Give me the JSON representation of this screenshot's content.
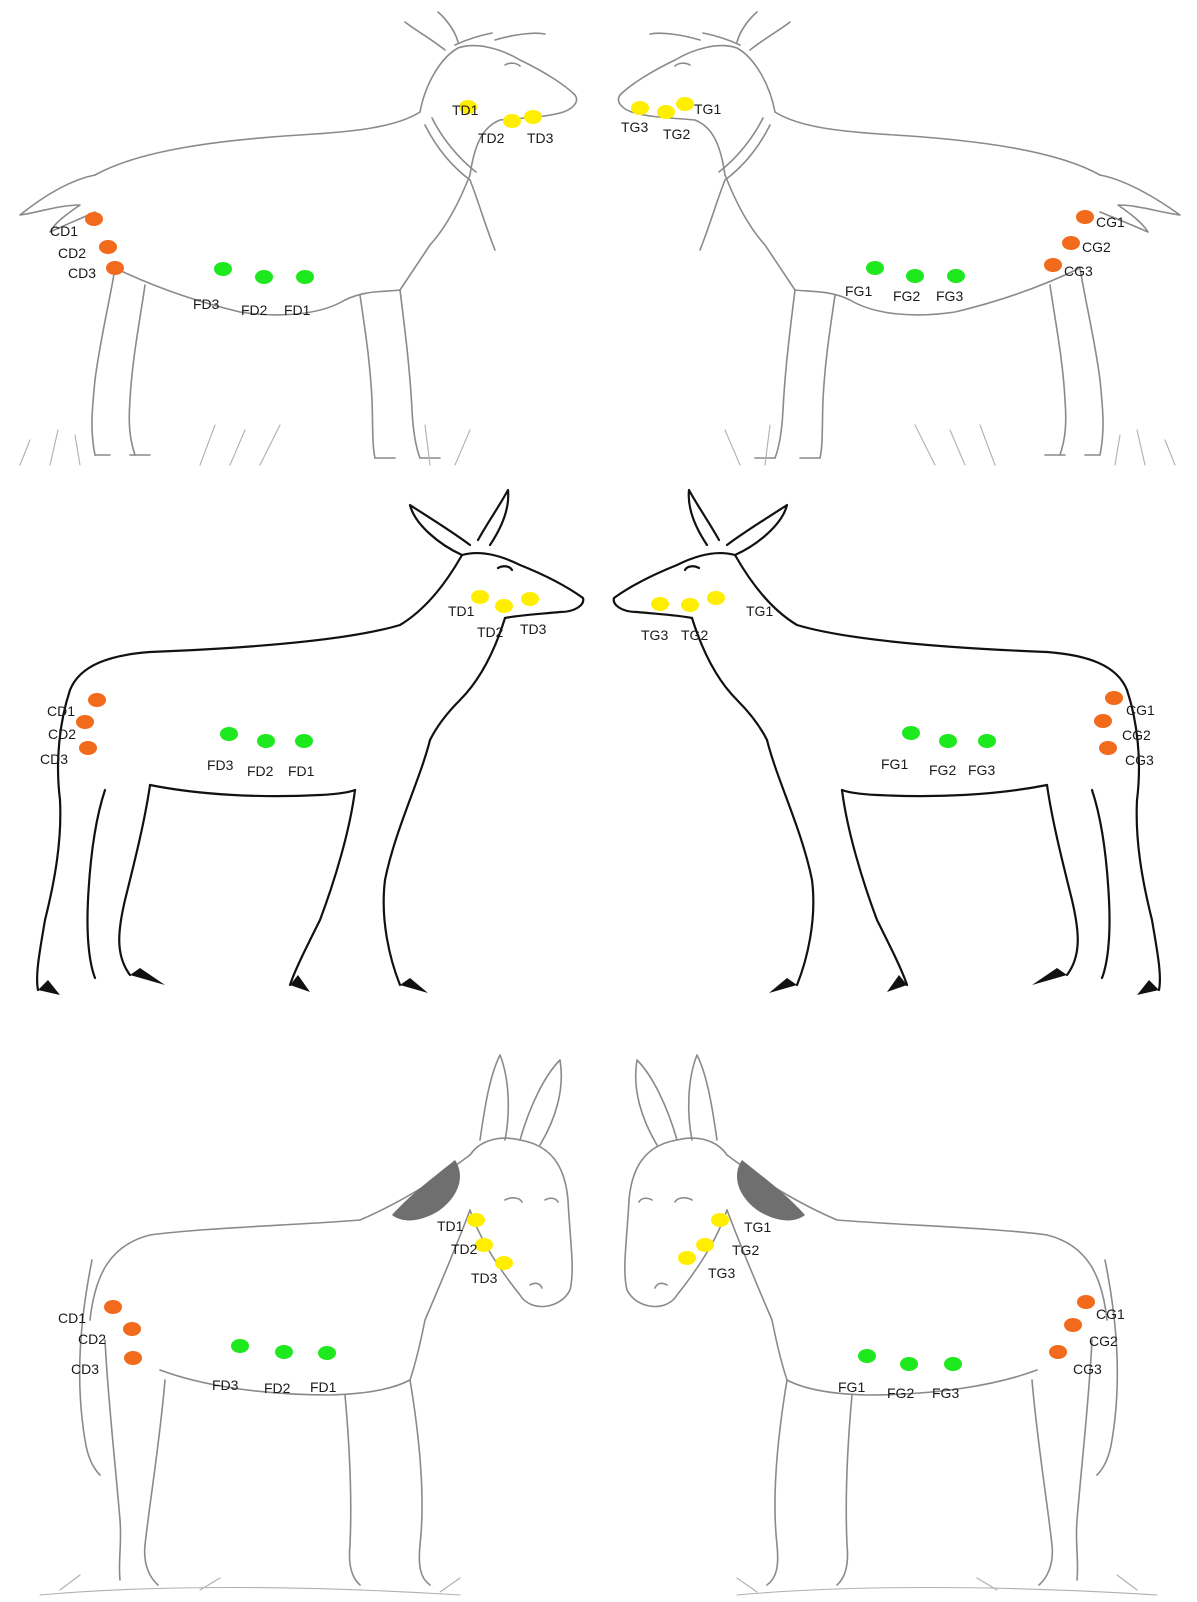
{
  "colors": {
    "yellow": "#ffee00",
    "orange": "#f26a1b",
    "green": "#1ee81e"
  },
  "panels": [
    {
      "animal": "goat",
      "left_labels": [
        {
          "text": "TD1",
          "color": "yellow"
        },
        {
          "text": "TD2",
          "color": "yellow"
        },
        {
          "text": "TD3",
          "color": "yellow"
        },
        {
          "text": "CD1",
          "color": "orange"
        },
        {
          "text": "CD2",
          "color": "orange"
        },
        {
          "text": "CD3",
          "color": "orange"
        },
        {
          "text": "FD3",
          "color": "green"
        },
        {
          "text": "FD2",
          "color": "green"
        },
        {
          "text": "FD1",
          "color": "green"
        }
      ],
      "right_labels": [
        {
          "text": "TG1",
          "color": "yellow"
        },
        {
          "text": "TG2",
          "color": "yellow"
        },
        {
          "text": "TG3",
          "color": "yellow"
        },
        {
          "text": "CG1",
          "color": "orange"
        },
        {
          "text": "CG2",
          "color": "orange"
        },
        {
          "text": "CG3",
          "color": "orange"
        },
        {
          "text": "FG1",
          "color": "green"
        },
        {
          "text": "FG2",
          "color": "green"
        },
        {
          "text": "FG3",
          "color": "green"
        }
      ]
    },
    {
      "animal": "deer",
      "left_labels": [
        {
          "text": "TD1",
          "color": "yellow"
        },
        {
          "text": "TD2",
          "color": "yellow"
        },
        {
          "text": "TD3",
          "color": "yellow"
        },
        {
          "text": "CD1",
          "color": "orange"
        },
        {
          "text": "CD2",
          "color": "orange"
        },
        {
          "text": "CD3",
          "color": "orange"
        },
        {
          "text": "FD3",
          "color": "green"
        },
        {
          "text": "FD2",
          "color": "green"
        },
        {
          "text": "FD1",
          "color": "green"
        }
      ],
      "right_labels": [
        {
          "text": "TG1",
          "color": "yellow"
        },
        {
          "text": "TG2",
          "color": "yellow"
        },
        {
          "text": "TG3",
          "color": "yellow"
        },
        {
          "text": "CG1",
          "color": "orange"
        },
        {
          "text": "CG2",
          "color": "orange"
        },
        {
          "text": "CG3",
          "color": "orange"
        },
        {
          "text": "FG1",
          "color": "green"
        },
        {
          "text": "FG2",
          "color": "green"
        },
        {
          "text": "FG3",
          "color": "green"
        }
      ]
    },
    {
      "animal": "donkey",
      "left_labels": [
        {
          "text": "TD1",
          "color": "yellow"
        },
        {
          "text": "TD2",
          "color": "yellow"
        },
        {
          "text": "TD3",
          "color": "yellow"
        },
        {
          "text": "CD1",
          "color": "orange"
        },
        {
          "text": "CD2",
          "color": "orange"
        },
        {
          "text": "CD3",
          "color": "orange"
        },
        {
          "text": "FD3",
          "color": "green"
        },
        {
          "text": "FD2",
          "color": "green"
        },
        {
          "text": "FD1",
          "color": "green"
        }
      ],
      "right_labels": [
        {
          "text": "TG1",
          "color": "yellow"
        },
        {
          "text": "TG2",
          "color": "yellow"
        },
        {
          "text": "TG3",
          "color": "yellow"
        },
        {
          "text": "CG1",
          "color": "orange"
        },
        {
          "text": "CG2",
          "color": "orange"
        },
        {
          "text": "CG3",
          "color": "orange"
        },
        {
          "text": "FG1",
          "color": "green"
        },
        {
          "text": "FG2",
          "color": "green"
        },
        {
          "text": "FG3",
          "color": "green"
        }
      ]
    }
  ]
}
